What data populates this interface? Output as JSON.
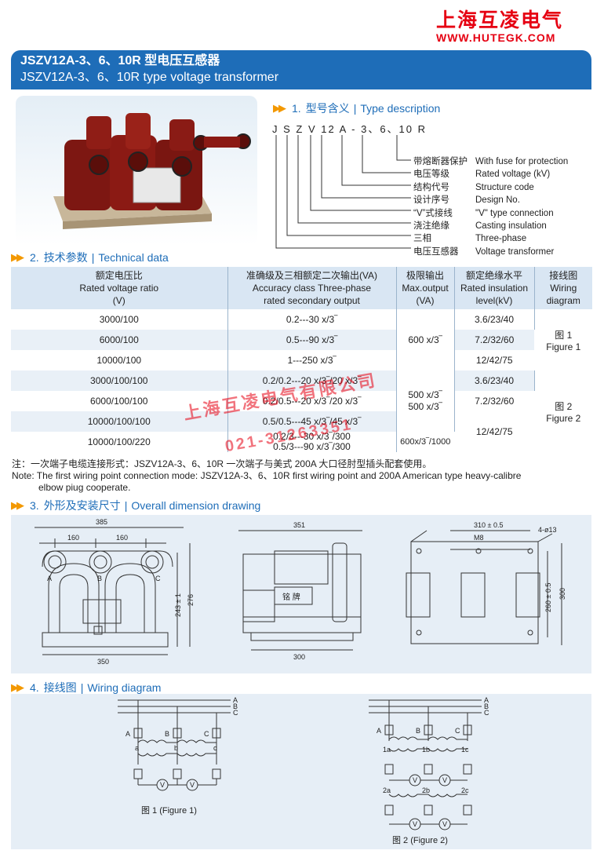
{
  "brand": {
    "name_cn": "上海互凌电气",
    "url": "WWW.HUTEGK.COM"
  },
  "title": {
    "cn": "JSZV12A-3、6、10R 型电压互感器",
    "en": "JSZV12A-3、6、10R type voltage transformer"
  },
  "sections": {
    "s1": {
      "num": "1.",
      "cn": "型号含义",
      "en": "Type description"
    },
    "s2": {
      "num": "2.",
      "cn": "技术参数",
      "en": "Technical data"
    },
    "s3": {
      "num": "3.",
      "cn": "外形及安装尺寸",
      "en": "Overall dimension drawing"
    },
    "s4": {
      "num": "4.",
      "cn": "接线图",
      "en": "Wiring diagram"
    }
  },
  "model_code": "J S Z V 12 A - 3、6、10 R",
  "type_description": {
    "cn": [
      "带熔断器保护",
      "电压等级",
      "结构代号",
      "设计序号",
      "“V”式接线",
      "浇注绝缘",
      "三相",
      "电压互感器"
    ],
    "en": [
      "With fuse for protection",
      "Rated voltage (kV)",
      "Structure code",
      "Design No.",
      "\"V\" type connection",
      "Casting insulation",
      "Three-phase",
      "Voltage transformer"
    ]
  },
  "table": {
    "headers": [
      {
        "cn": "额定电压比",
        "en1": "Rated voltage ratio",
        "en2": "(V)"
      },
      {
        "cn": "准确级及三相额定二次输出(VA)",
        "en1": "Accuracy class Three-phase",
        "en2": "rated secondary output"
      },
      {
        "cn": "极限输出",
        "en1": "Max.output",
        "en2": "(VA)"
      },
      {
        "cn": "额定绝缘水平",
        "en1": "Rated insulation",
        "en2": "level(kV)"
      },
      {
        "cn": "接线图",
        "en1": "Wiring",
        "en2": "diagram"
      }
    ],
    "ratios": [
      "3000/100",
      "6000/100",
      "10000/100",
      "3000/100/100",
      "6000/100/100",
      "10000/100/100",
      "10000/100/220"
    ],
    "accuracy": [
      "0.2---30 x/3‾",
      "0.5---90 x/3‾",
      "1---250 x/3‾",
      "0.2/0.2---20 x/3‾/20 x/3‾",
      "0.2/0.5---20 x/3‾/20 x/3‾",
      "0.5/0.5---45 x/3‾/45 x/3‾",
      "0.2/3---30 x/3‾/300",
      "0.5/3---90 x/3‾/300"
    ],
    "max_output": {
      "g1": "600 x/3‾",
      "g2a": "500 x/3‾",
      "g2b": "500 x/3‾",
      "g3": "600x/3‾/1000"
    },
    "insulation": [
      "3.6/23/40",
      "7.2/32/60",
      "12/42/75",
      "3.6/23/40",
      "7.2/32/60",
      "12/42/75"
    ],
    "wiring": {
      "f1cn": "图 1",
      "f1en": "Figure 1",
      "f2cn": "图 2",
      "f2en": "Figure 2"
    }
  },
  "note": {
    "cn": "注：一次端子电缆连接形式：JSZV12A-3、6、10R 一次端子与美式 200A 大口径肘型插头配套使用。",
    "en1": "Note: The first wiring point connection mode: JSZV12A-3、6、10R first wiring point and 200A American type heavy-calibre",
    "en2": "elbow piug cooperate."
  },
  "watermark": {
    "company": "上海互凌电气有限公司",
    "phone": "021-31263351"
  },
  "dimensions": {
    "front": {
      "width": "385",
      "pitch1": "160",
      "pitch2": "160",
      "base": "350",
      "h1": "243 ± 1",
      "h2": "276",
      "A": "A",
      "B": "B",
      "C": "C"
    },
    "side": {
      "width": "351",
      "base": "300",
      "nameplate": "铭 牌"
    },
    "top": {
      "pitch": "310 ± 0.5",
      "thread": "M8",
      "holes": "4-ø13",
      "h1": "260 ± 0.5",
      "h2": "300"
    }
  },
  "wiring": {
    "buses": [
      "A",
      "B",
      "C"
    ],
    "fig1": {
      "label": "图 1 (Figure 1)",
      "prim": [
        "A",
        "B",
        "C"
      ],
      "sec": [
        "a",
        "b",
        "c"
      ],
      "meter": "V"
    },
    "fig2": {
      "label": "图 2 (Figure 2)",
      "prim": [
        "A",
        "B",
        "C"
      ],
      "sec1": [
        "1a",
        "1b",
        "1c"
      ],
      "sec2": [
        "2a",
        "2b",
        "2c"
      ],
      "meter": "V"
    }
  },
  "colors": {
    "brand_red": "#e60012",
    "accent_blue": "#1e6db8",
    "arrow_orange": "#f39800",
    "panel_bg": "#e6eef6",
    "header_bg": "#d9e6f3",
    "product_red": "#8b1a14"
  }
}
